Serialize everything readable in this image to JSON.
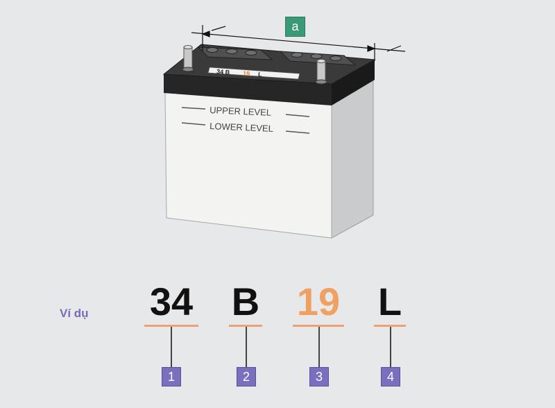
{
  "dimension_badge": "a",
  "battery": {
    "upper_level": "UPPER LEVEL",
    "lower_level": "LOWER LEVEL",
    "top_label_main": "34 B",
    "top_label_accent": "19",
    "top_label_end": "L"
  },
  "example": {
    "label": "Ví dụ",
    "codes": [
      {
        "text": "34",
        "number": "1",
        "color": "#111111"
      },
      {
        "text": "B",
        "number": "2",
        "color": "#111111"
      },
      {
        "text": "19",
        "number": "3",
        "color": "#f0a060"
      },
      {
        "text": "L",
        "number": "4",
        "color": "#111111"
      }
    ]
  },
  "colors": {
    "background": "#e6e8ea",
    "accent_orange": "#f0a070",
    "number_box": "#7a6fbf",
    "badge_green": "#3a9a78"
  }
}
